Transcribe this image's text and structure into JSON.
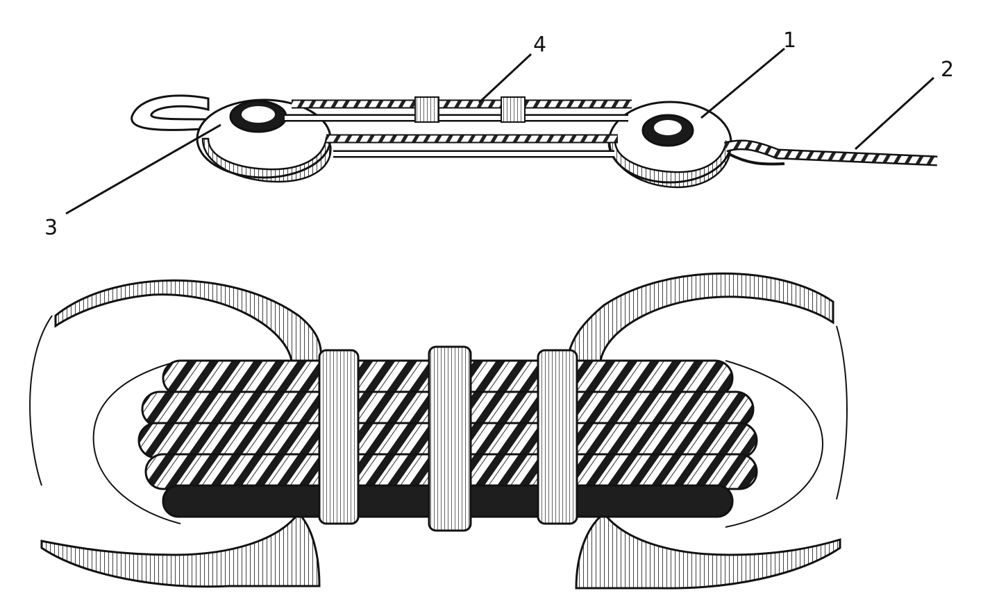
{
  "callouts": [
    {
      "id": "1",
      "label": "1"
    },
    {
      "id": "2",
      "label": "2"
    },
    {
      "id": "3",
      "label": "3"
    },
    {
      "id": "4",
      "label": "4"
    }
  ],
  "colors": {
    "ink": "#111111",
    "paper": "#ffffff",
    "shade": "#2a2a2a"
  }
}
